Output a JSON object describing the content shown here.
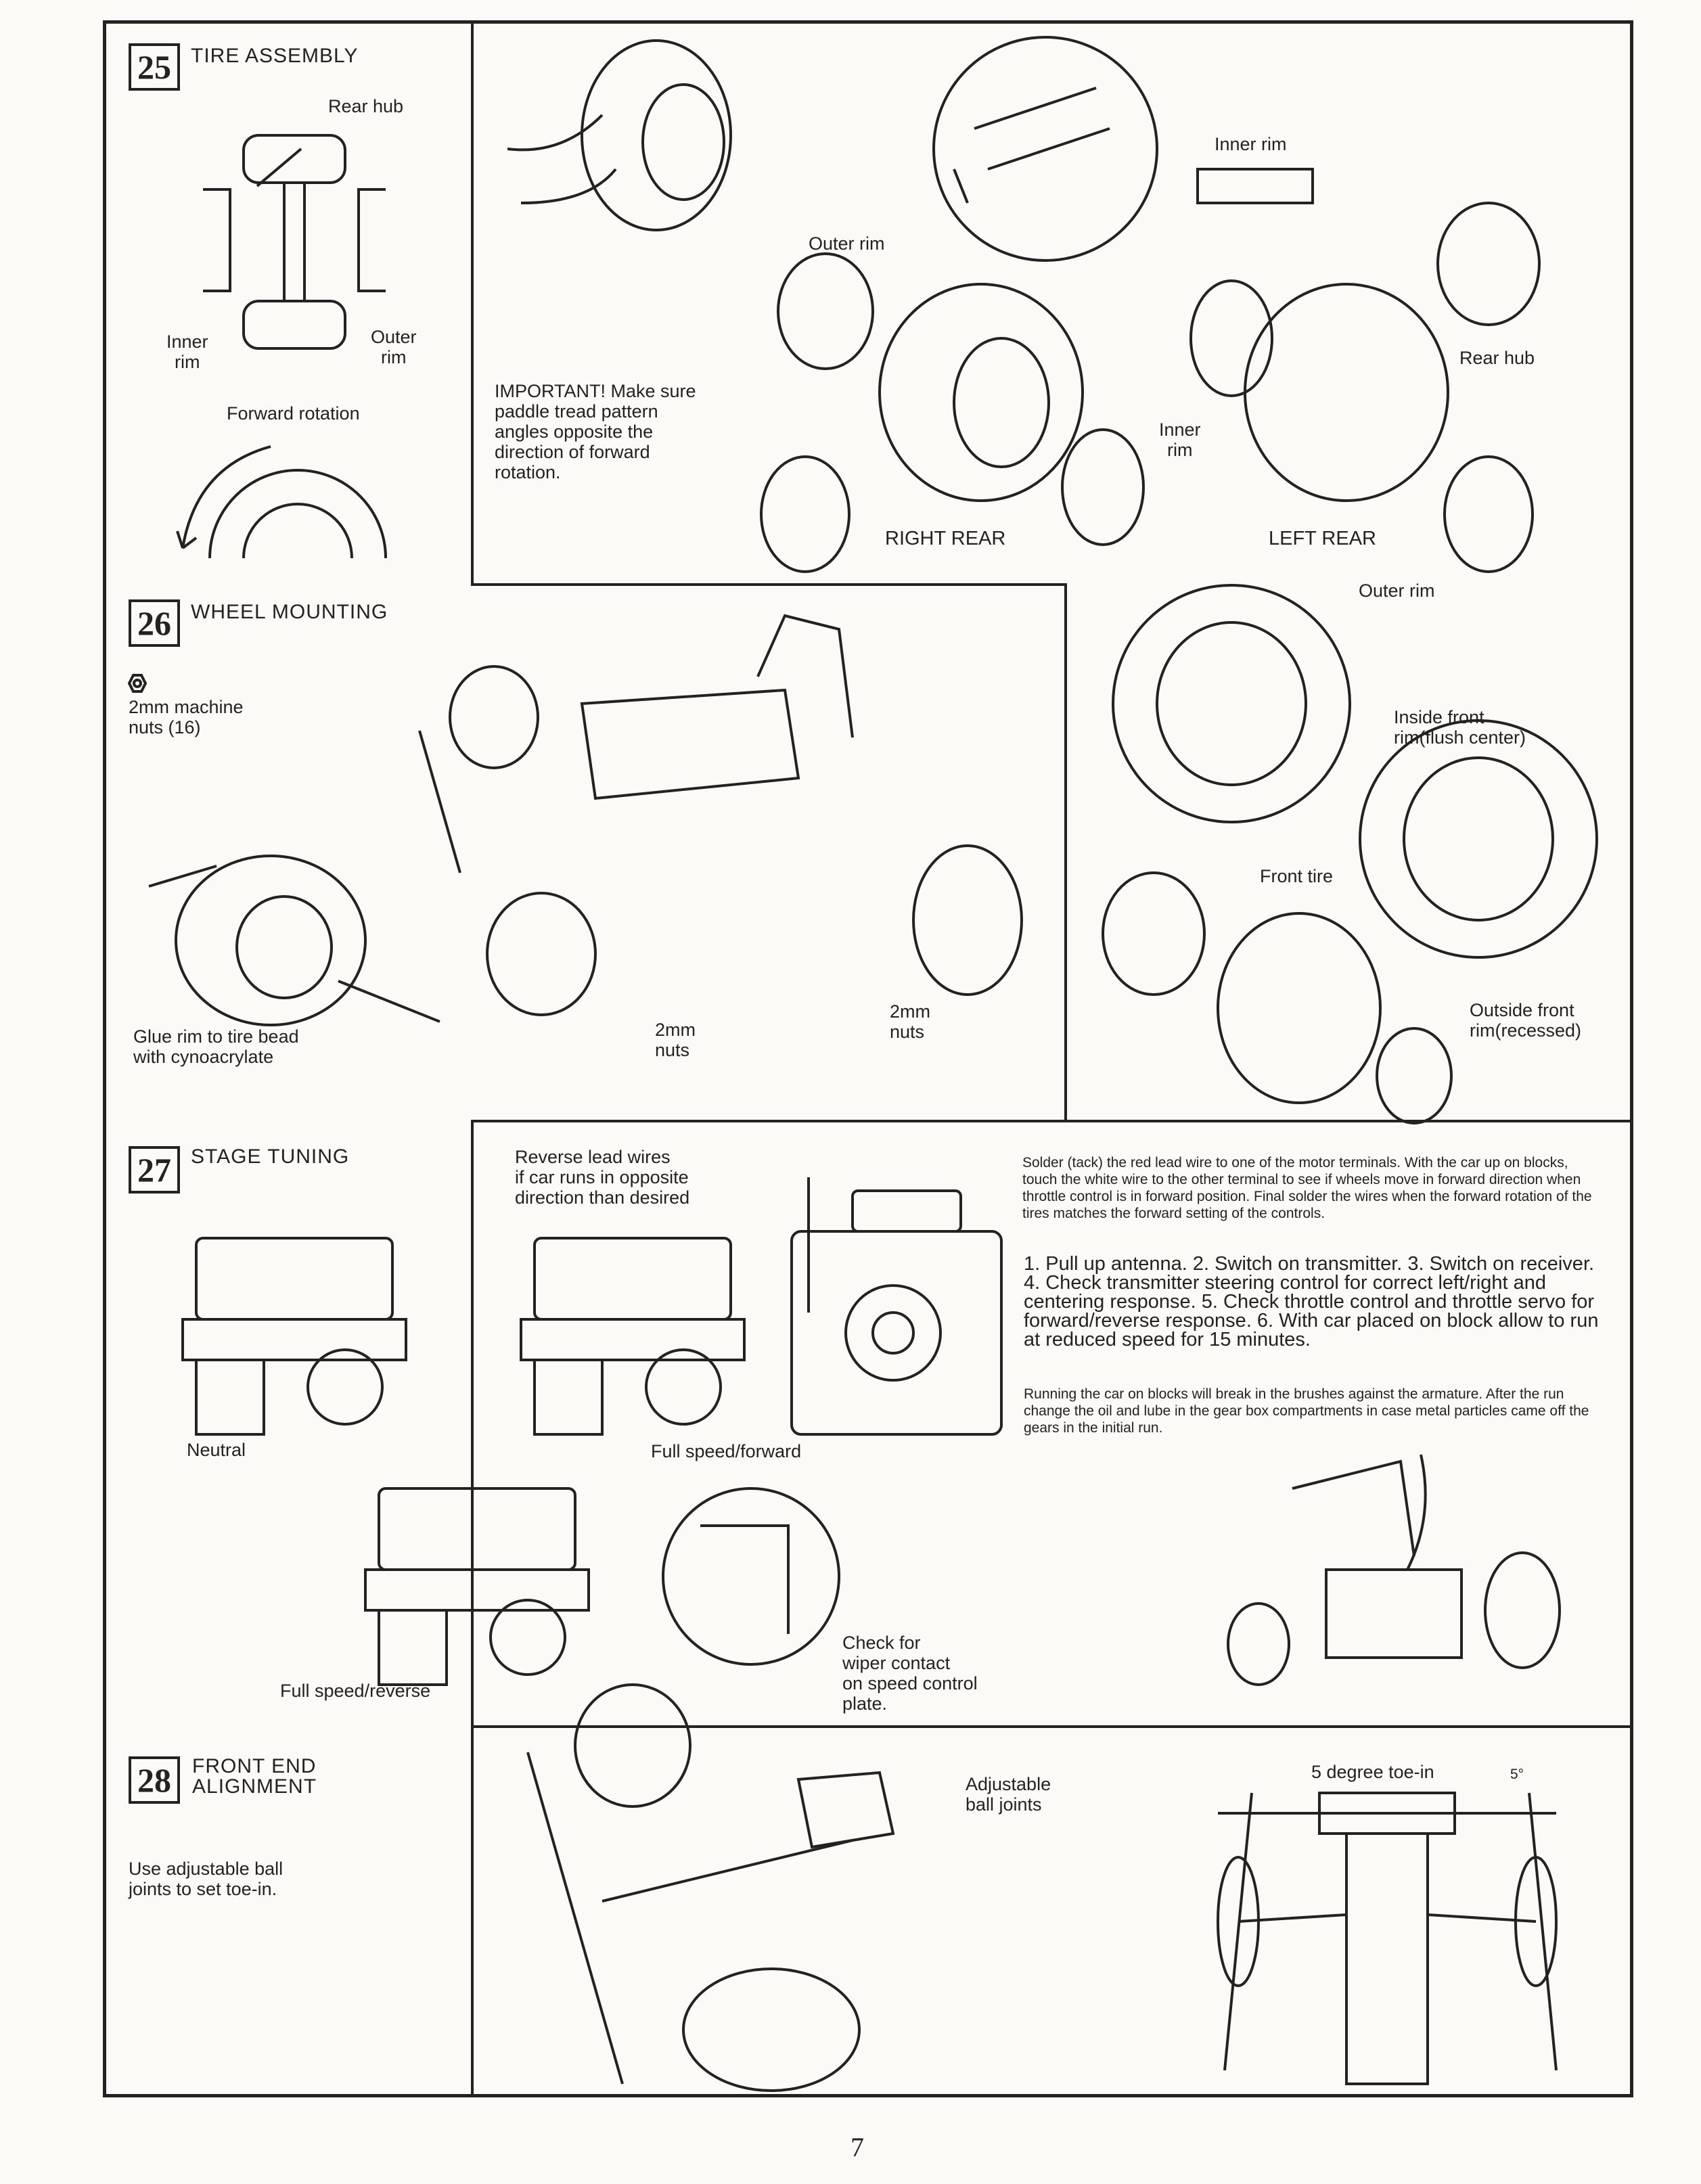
{
  "page_number": "7",
  "steps": {
    "s25": {
      "number": "25",
      "title": "TIRE ASSEMBLY",
      "labels": {
        "rear_hub_left": "Rear hub",
        "inner_rim_left": "Inner\nrim",
        "outer_rim_left": "Outer\nrim",
        "forward_rotation": "Forward rotation",
        "important": "IMPORTANT! Make sure\npaddle tread pattern\nangles opposite the\ndirection of forward\nrotation.",
        "outer_rim_top": "Outer rim",
        "inner_rim_top": "Inner rim",
        "rear_hub_right": "Rear hub",
        "inner_rim_mid": "Inner\nrim",
        "right_rear": "RIGHT REAR",
        "left_rear": "LEFT REAR",
        "outer_rim_bottom": "Outer rim"
      }
    },
    "s26": {
      "number": "26",
      "title": "WHEEL MOUNTING",
      "labels": {
        "nuts": "2mm machine\nnuts (16)",
        "glue": "Glue rim to tire  bead\nwith cynoacrylate",
        "nuts_a": "2mm\nnuts",
        "nuts_b": "2mm\nnuts",
        "inside_front": "Inside front\nrim(flush center)",
        "front_tire": "Front tire",
        "outside_front": "Outside front\nrim(recessed)"
      }
    },
    "s27": {
      "number": "27",
      "title": "STAGE TUNING",
      "labels": {
        "reverse_lead": "Reverse lead wires\nif car runs in opposite\ndirection than desired",
        "solder": "Solder (tack) the red lead wire to one of the motor terminals. With the car up on blocks, touch the white wire to the other terminal to see if wheels move in forward direction when throttle control is in forward position. Final solder the wires when the forward rotation of the tires matches the forward setting of the controls.",
        "steps_text": "1. Pull up antenna. 2. Switch on transmitter. 3. Switch on receiver. 4. Check transmitter steering control for correct left/right and centering response. 5. Check throttle control and throttle servo for forward/reverse response. 6. With car placed on block allow to run at reduced speed for 15 minutes.",
        "running": "Running the car on blocks will break in the brushes against the armature. After the run change the oil and lube in the gear box compartments in case metal particles came off the gears in the initial run.",
        "neutral": "Neutral",
        "full_forward": "Full speed/forward",
        "full_reverse": "Full speed/reverse",
        "check_wiper": "Check for\nwiper contact\non speed control\nplate."
      }
    },
    "s28": {
      "number": "28",
      "title": "FRONT END\nALIGNMENT",
      "labels": {
        "use_adjustable": "Use adjustable ball\njoints to set toe-in.",
        "adjustable": "Adjustable\nball joints",
        "toe_in": "5 degree toe-in",
        "five_deg": "5°"
      }
    }
  }
}
